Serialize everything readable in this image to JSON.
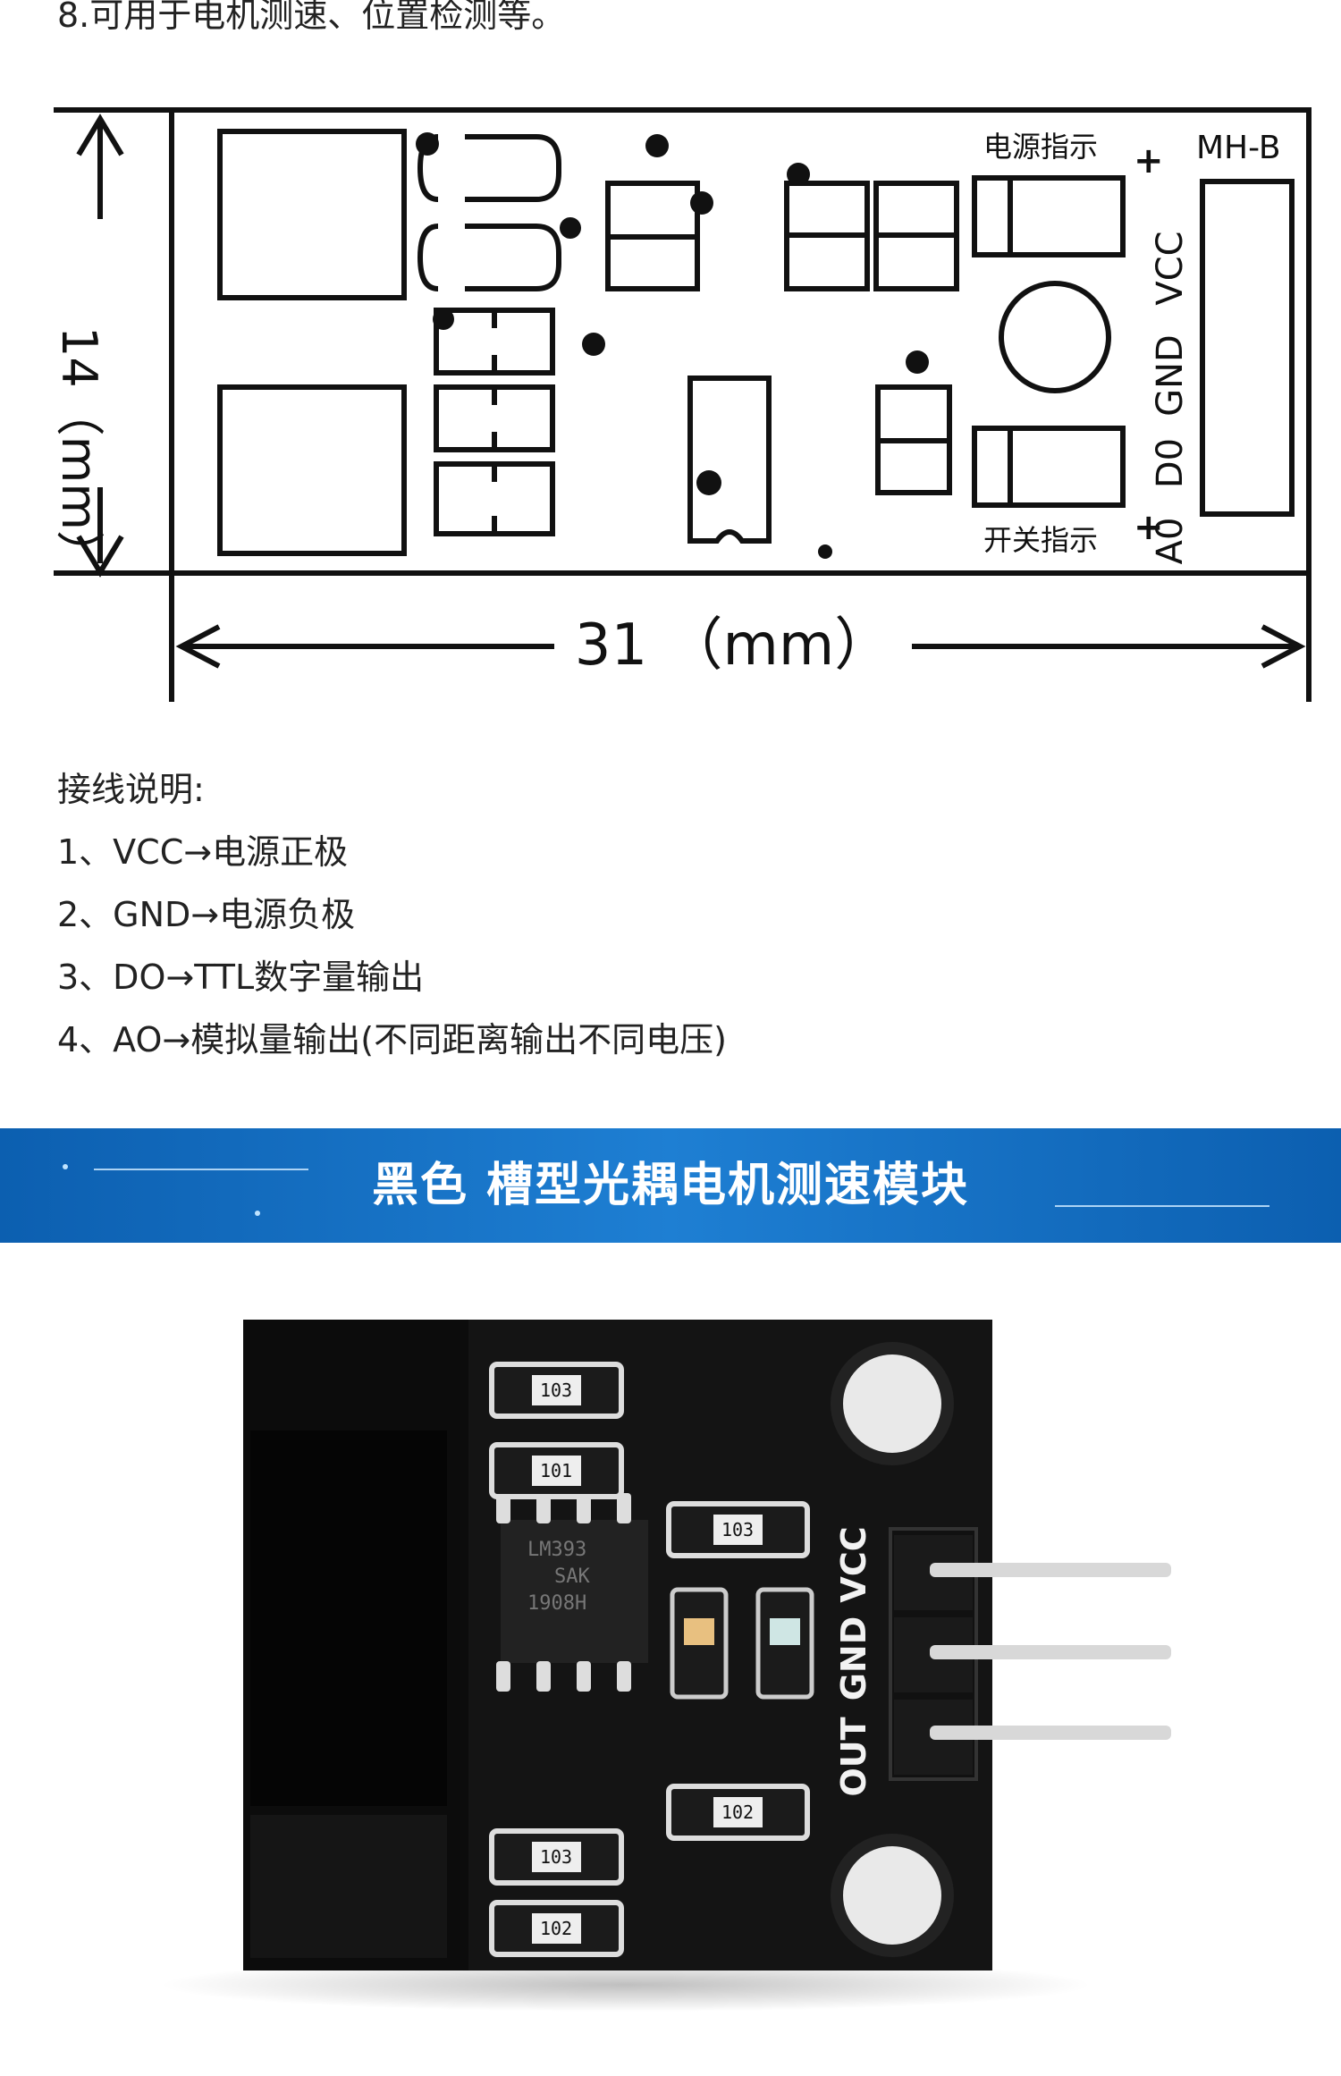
{
  "intro": {
    "line8": "8.可用于电机测速、位置检测等。"
  },
  "diagram": {
    "height_label": "14（mm）",
    "width_label": "31 （mm）",
    "model": "MH-B",
    "power_indicator": "电源指示",
    "switch_indicator": "开关指示",
    "plus": "+",
    "pins": [
      "VCC",
      "GND",
      "D0",
      "A0"
    ]
  },
  "wiring": {
    "title": "接线说明:",
    "items": [
      "1、VCC→电源正极",
      "2、GND→电源负极",
      "3、DO→TTL数字量输出",
      "4、AO→模拟量输出(不同距离输出不同电压)"
    ]
  },
  "banner": {
    "title": "黑色  槽型光耦电机测速模块",
    "color": "#1670c6"
  },
  "photo": {
    "resistors": [
      "103",
      "101",
      "103",
      "102",
      "103",
      "102"
    ],
    "ic_lines": [
      "LM393",
      "SAK",
      "1908H"
    ],
    "pins": [
      "VCC",
      "GND",
      "OUT"
    ]
  }
}
